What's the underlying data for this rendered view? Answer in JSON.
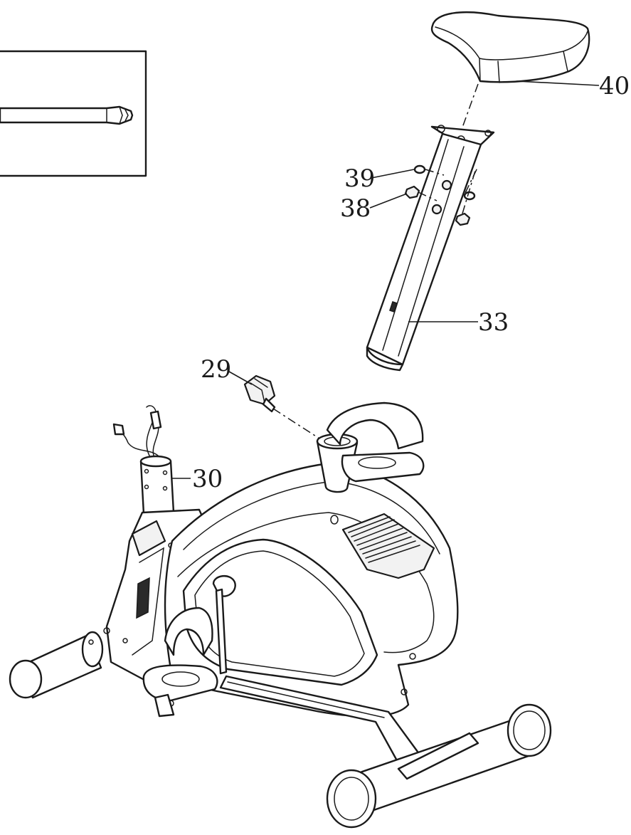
{
  "labels": {
    "seat": "40",
    "seat_post": "33",
    "washer": "39",
    "nut": "38",
    "knob": "29",
    "stem": "30"
  },
  "inset": {
    "tool_icon": "screwdriver-icon"
  }
}
